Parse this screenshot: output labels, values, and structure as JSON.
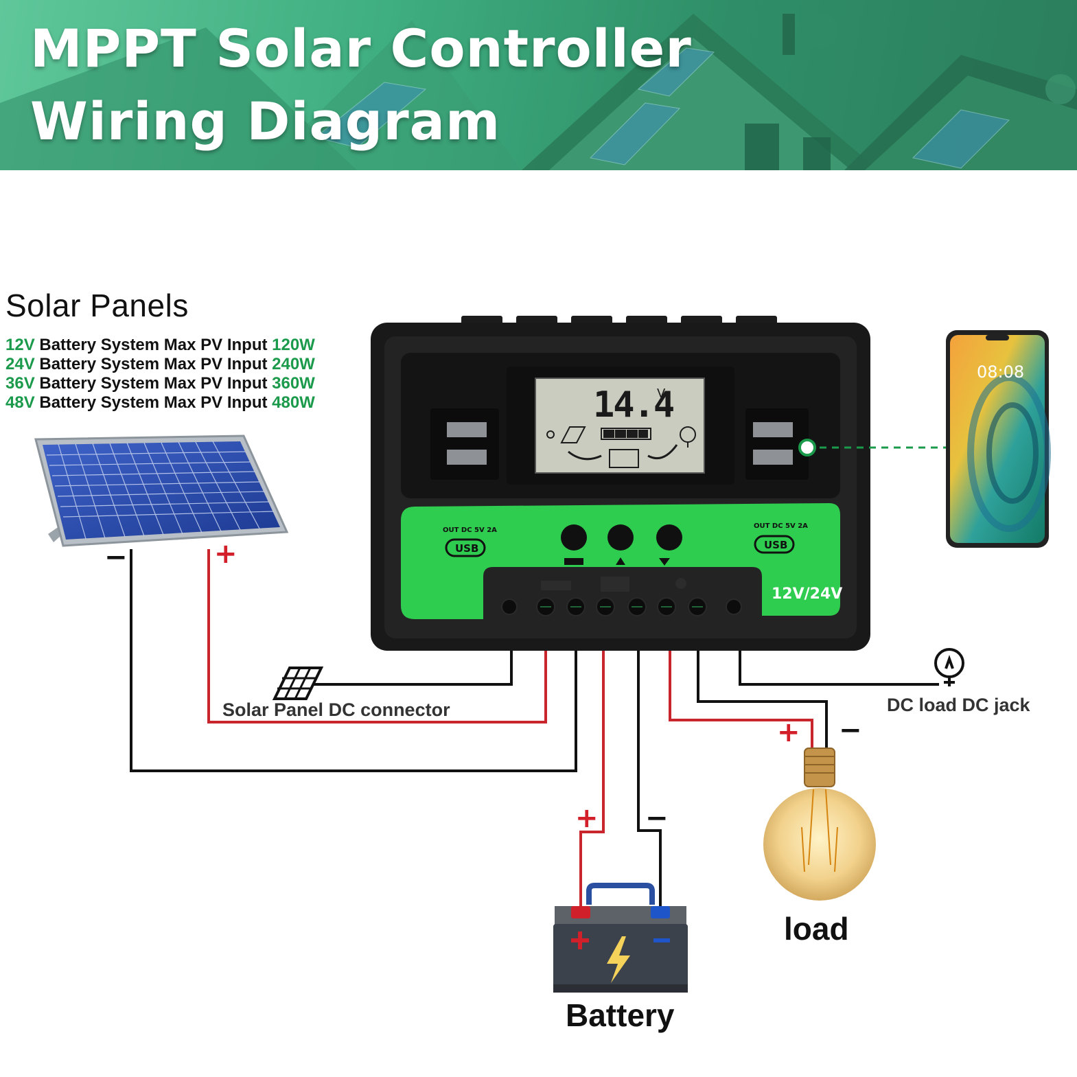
{
  "header": {
    "title_line1": "MPPT Solar Controller",
    "title_line2": "Wiring Diagram"
  },
  "solar_panels": {
    "title": "Solar Panels",
    "specs": [
      {
        "voltage": "12V",
        "text": " Battery System Max PV Input ",
        "power": "120W"
      },
      {
        "voltage": "24V",
        "text": " Battery System Max PV Input ",
        "power": "240W"
      },
      {
        "voltage": "36V",
        "text": " Battery System Max PV Input ",
        "power": "360W"
      },
      {
        "voltage": "48V",
        "text": " Battery System Max PV Input ",
        "power": "480W"
      }
    ]
  },
  "controller": {
    "lcd_value": "14.4",
    "lcd_unit": "V",
    "usb_left_label": "OUT DC 5V 2A",
    "usb_right_label": "OUT DC 5V 2A",
    "usb_text": "USB",
    "system_voltage": "12V/24V"
  },
  "phone": {
    "clock": "08:08"
  },
  "labels": {
    "dc_connector": "Solar Panel DC connector",
    "dc_jack": "DC load DC jack",
    "load": "load",
    "battery": "Battery"
  },
  "signs": {
    "plus": "+",
    "minus": "−"
  },
  "colors": {
    "controller_green": "#2ecc4f",
    "wire_red": "#c8252c",
    "wire_black": "#111111",
    "dashed_line": "#1b9a4c",
    "spec_highlight": "#1b9a4c"
  }
}
